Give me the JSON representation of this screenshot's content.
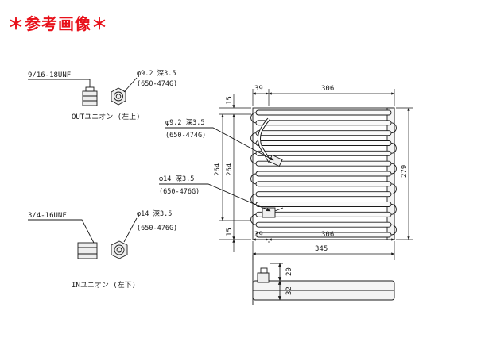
{
  "heading": "＊参考画像＊",
  "fittings": {
    "out_thread": "9/16-18UNF",
    "out_label": "OUTユニオン (左上)",
    "in_thread": "3/4-16UNF",
    "in_label": "INユニオン (左下)"
  },
  "pipes": {
    "upper_size": "φ9.2 深3.5",
    "upper_code": "(650-474G)",
    "upper_size_2": "φ9.2 深3.5",
    "upper_code_2": "(650-474G)",
    "lower_size": "φ14 深3.5",
    "lower_code": "(650-476G)",
    "lower_size_2": "φ14 深3.5",
    "lower_code_2": "(650-476G)"
  },
  "dimensions": {
    "top_left": "39",
    "top_width": "306",
    "top_margin": "15",
    "height_outer": "264",
    "height_inner": "264",
    "height_total": "279",
    "bottom_left": "39",
    "bottom_width": "306",
    "bottom_margin": "15",
    "total_width": "345",
    "side_upper": "20",
    "side_lower": "32"
  },
  "colors": {
    "heading": "#e8121b",
    "line": "#1a1a1a"
  }
}
